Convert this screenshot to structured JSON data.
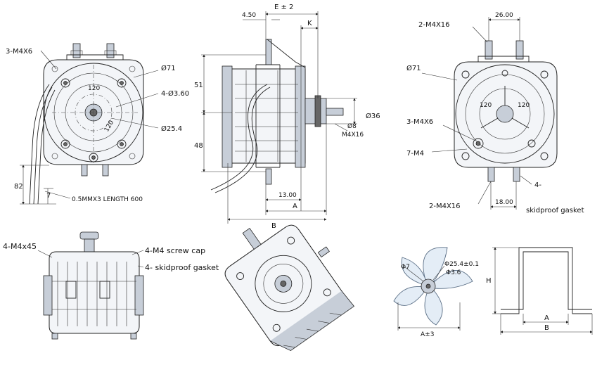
{
  "front_left": {
    "screws_label": "3-M4X6",
    "dia71": "Ø71",
    "holes_label": "4-Ø3.60",
    "dia25": "Ø25.4",
    "angle_top": "120",
    "angle_right": "120",
    "dim_82": "82",
    "dim_7": "7",
    "wire_label": "0.5MMX3 LENGTH 600"
  },
  "side_view": {
    "dim_E": "E ± 2",
    "dim_450": "4.50",
    "dim_K": "K",
    "dim_51": "51",
    "dim_48": "48",
    "dia36": "Ø36",
    "dia8": "Ø8",
    "shaft_thread": "M4X16",
    "dim_1300": "13.00",
    "dim_A": "A",
    "dim_B": "B"
  },
  "front_right": {
    "top_screws": "2-M4X16",
    "dim_2600": "26.00",
    "dia71": "Ø71",
    "angle_left": "120",
    "angle_right": "120",
    "screws_3": "3-M4X6",
    "holes_7": "7-M4",
    "bottom_screws": "2-M4X16",
    "dim_1800": "18.00",
    "gasket_count": "4-",
    "gasket_label": "skidproof gasket"
  },
  "bottom_left": {
    "screws": "4-M4x45",
    "screw_cap": "4-M4 screw cap",
    "gasket": "4- skidproof gasket"
  },
  "fan": {
    "hole": "Φ7",
    "hub_dia": "Φ25.4±0.1",
    "bore": "Φ3.6",
    "width": "A±3"
  },
  "bracket": {
    "dim_H": "H",
    "dim_A": "A",
    "dim_B": "B"
  }
}
